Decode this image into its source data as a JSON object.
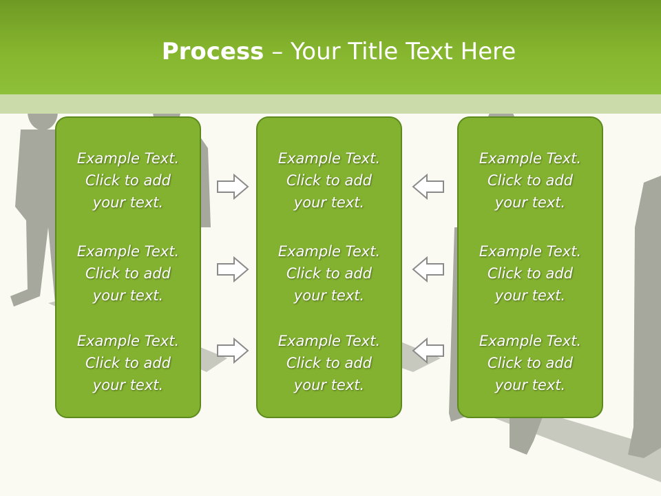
{
  "header": {
    "title_bold": "Process",
    "title_rest": " – Your Title Text Here"
  },
  "panels": [
    {
      "items": [
        "Example Text.\nClick  to add\nyour text.",
        "Example Text.\nClick  to add\nyour text.",
        "Example Text.\nClick  to add\nyour text."
      ]
    },
    {
      "items": [
        "Example Text.\nClick  to add\nyour text.",
        "Example Text.\nClick  to add\nyour text.",
        "Example Text.\nClick  to add\nyour text."
      ]
    },
    {
      "items": [
        "Example Text.\nClick  to add\nyour text.",
        "Example Text.\nClick  to add\nyour text.",
        "Example Text.\nClick  to add\nyour text."
      ]
    }
  ],
  "arrows": {
    "left_column": "right-arrow-icon",
    "right_column": "left-arrow-icon"
  },
  "colors": {
    "header": "#86b52e",
    "panel": "#83b230",
    "panel_border": "#5c8a1c",
    "silhouette": "#a8aa9f"
  }
}
